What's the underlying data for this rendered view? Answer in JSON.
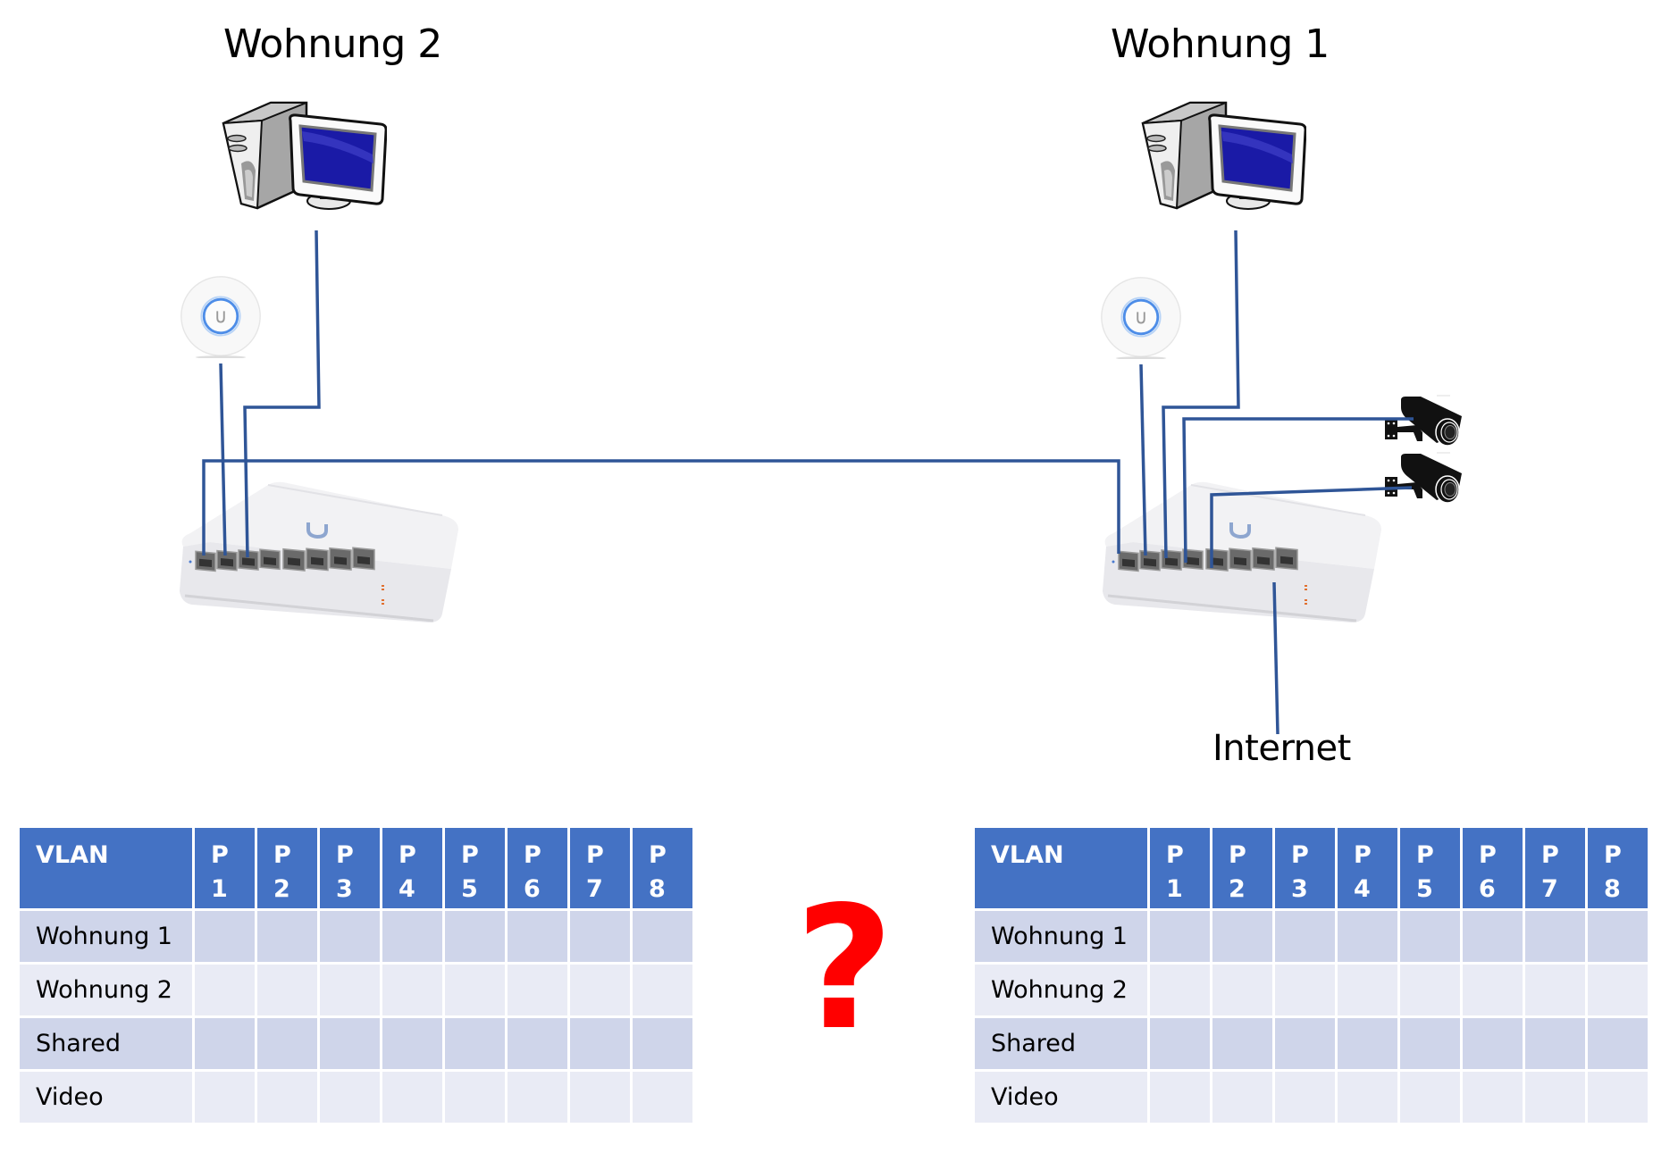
{
  "diagram": {
    "locations": [
      {
        "id": "wohnung2",
        "title": "Wohnung 2"
      },
      {
        "id": "wohnung1",
        "title": "Wohnung 1"
      }
    ],
    "internet_label": "Internet",
    "question_mark": "?",
    "colors": {
      "cable": "#2f5597",
      "table_header": "#4472c4",
      "row_band_dark": "#cfd5ea",
      "row_band_light": "#e9ebf5",
      "question_mark": "#ff0000"
    },
    "devices": {
      "wohnung2": [
        "computer",
        "access-point",
        "8-port-switch"
      ],
      "wohnung1": [
        "computer",
        "access-point",
        "8-port-switch",
        "camera",
        "camera"
      ]
    },
    "connections": [
      {
        "from": "switch-wohnung2 port 1",
        "to": "switch-wohnung1 port 1"
      },
      {
        "from": "access-point-wohnung2",
        "to": "switch-wohnung2 port 2"
      },
      {
        "from": "computer-wohnung2",
        "to": "switch-wohnung2 port 3"
      },
      {
        "from": "access-point-wohnung1",
        "to": "switch-wohnung1 port 2"
      },
      {
        "from": "computer-wohnung1",
        "to": "switch-wohnung1 port 3"
      },
      {
        "from": "camera-1",
        "to": "switch-wohnung1 port 4"
      },
      {
        "from": "camera-2",
        "to": "switch-wohnung1 port 5"
      },
      {
        "from": "internet",
        "to": "switch-wohnung1 port 8"
      }
    ]
  },
  "tables": {
    "left": {
      "header": {
        "vlan": "VLAN",
        "ports": [
          {
            "p": "P",
            "n": "1"
          },
          {
            "p": "P",
            "n": "2"
          },
          {
            "p": "P",
            "n": "3"
          },
          {
            "p": "P",
            "n": "4"
          },
          {
            "p": "P",
            "n": "5"
          },
          {
            "p": "P",
            "n": "6"
          },
          {
            "p": "P",
            "n": "7"
          },
          {
            "p": "P",
            "n": "8"
          }
        ]
      },
      "rows": [
        {
          "label": "Wohnung 1",
          "cells": [
            "",
            "",
            "",
            "",
            "",
            "",
            "",
            ""
          ]
        },
        {
          "label": "Wohnung 2",
          "cells": [
            "",
            "",
            "",
            "",
            "",
            "",
            "",
            ""
          ]
        },
        {
          "label": "Shared",
          "cells": [
            "",
            "",
            "",
            "",
            "",
            "",
            "",
            ""
          ]
        },
        {
          "label": "Video",
          "cells": [
            "",
            "",
            "",
            "",
            "",
            "",
            "",
            ""
          ]
        }
      ]
    },
    "right": {
      "header": {
        "vlan": "VLAN",
        "ports": [
          {
            "p": "P",
            "n": "1"
          },
          {
            "p": "P",
            "n": "2"
          },
          {
            "p": "P",
            "n": "3"
          },
          {
            "p": "P",
            "n": "4"
          },
          {
            "p": "P",
            "n": "5"
          },
          {
            "p": "P",
            "n": "6"
          },
          {
            "p": "P",
            "n": "7"
          },
          {
            "p": "P",
            "n": "8"
          }
        ]
      },
      "rows": [
        {
          "label": "Wohnung 1",
          "cells": [
            "",
            "",
            "",
            "",
            "",
            "",
            "",
            ""
          ]
        },
        {
          "label": "Wohnung 2",
          "cells": [
            "",
            "",
            "",
            "",
            "",
            "",
            "",
            ""
          ]
        },
        {
          "label": "Shared",
          "cells": [
            "",
            "",
            "",
            "",
            "",
            "",
            "",
            ""
          ]
        },
        {
          "label": "Video",
          "cells": [
            "",
            "",
            "",
            "",
            "",
            "",
            "",
            ""
          ]
        }
      ]
    }
  }
}
